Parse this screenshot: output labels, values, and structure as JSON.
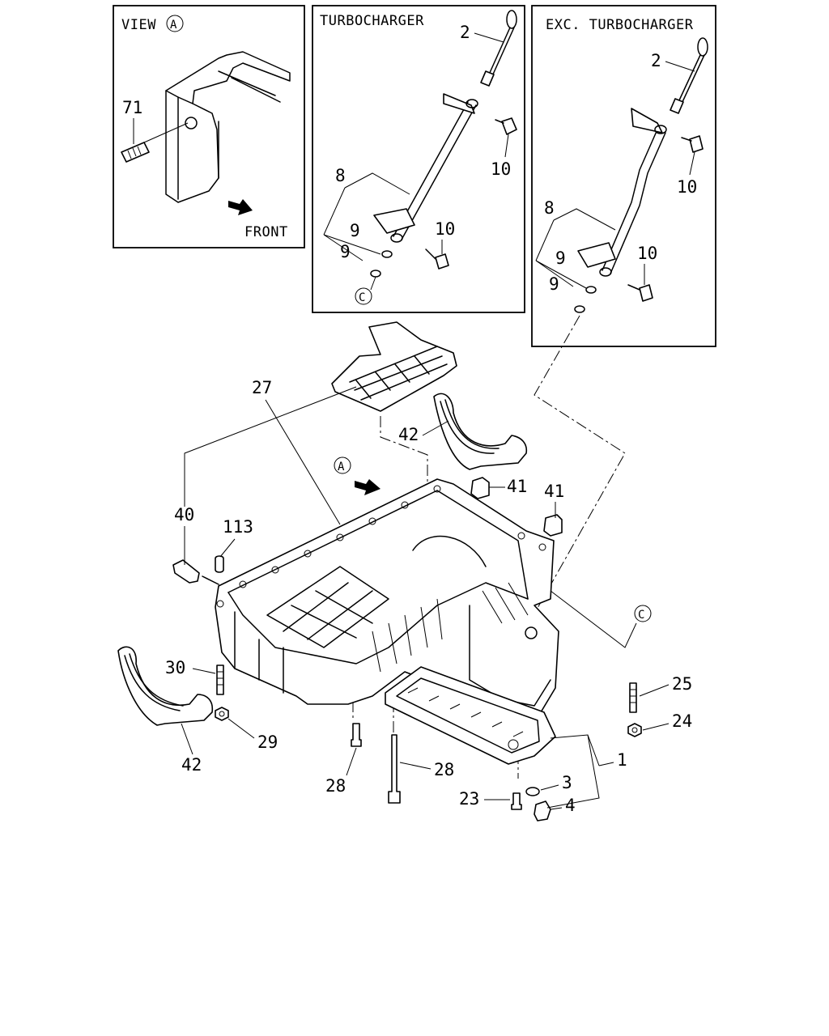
{
  "panels": {
    "view_a": {
      "title": "VIEW",
      "circle": "A",
      "front": "FRONT"
    },
    "turbo": {
      "title": "TURBOCHARGER"
    },
    "exc_turbo": {
      "title": "EXC. TURBOCHARGER"
    }
  },
  "markers": {
    "view_a": "A",
    "connect_c_left": "C",
    "connect_c_right": "C"
  },
  "labels": {
    "p71": "71",
    "t2": "2",
    "t8": "8",
    "t9a": "9",
    "t9b": "9",
    "t10a": "10",
    "t10b": "10",
    "e2": "2",
    "e8": "8",
    "e9a": "9",
    "e9b": "9",
    "e10a": "10",
    "e10b": "10",
    "p27": "27",
    "p42a": "42",
    "p41a": "41",
    "p41b": "41",
    "p40": "40",
    "p113": "113",
    "p30": "30",
    "p29": "29",
    "p42b": "42",
    "p28a": "28",
    "p28b": "28",
    "p25": "25",
    "p24": "24",
    "p1": "1",
    "p3": "3",
    "p4": "4",
    "p23": "23"
  },
  "colors": {
    "line": "#000000",
    "background": "#ffffff"
  }
}
